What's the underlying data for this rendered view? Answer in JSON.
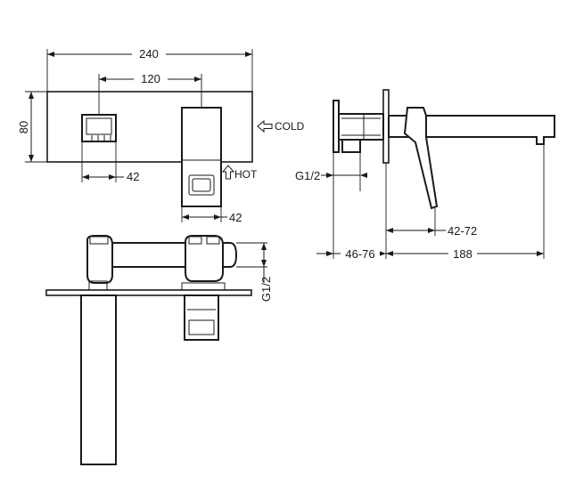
{
  "dimensions": {
    "plate_width": "240",
    "outlet_spacing": "120",
    "plate_height": "80",
    "inlet_width": "42",
    "handle_width": "42",
    "thread_side": "G1/2",
    "thread_front": "G1/2",
    "handle_depth": "42-72",
    "body_depth": "46-76",
    "spout_reach": "188"
  },
  "labels": {
    "cold": "COLD",
    "hot": "HOT"
  },
  "icons": {
    "cold": "arrow-left-outline-icon",
    "hot": "arrow-up-outline-icon"
  }
}
